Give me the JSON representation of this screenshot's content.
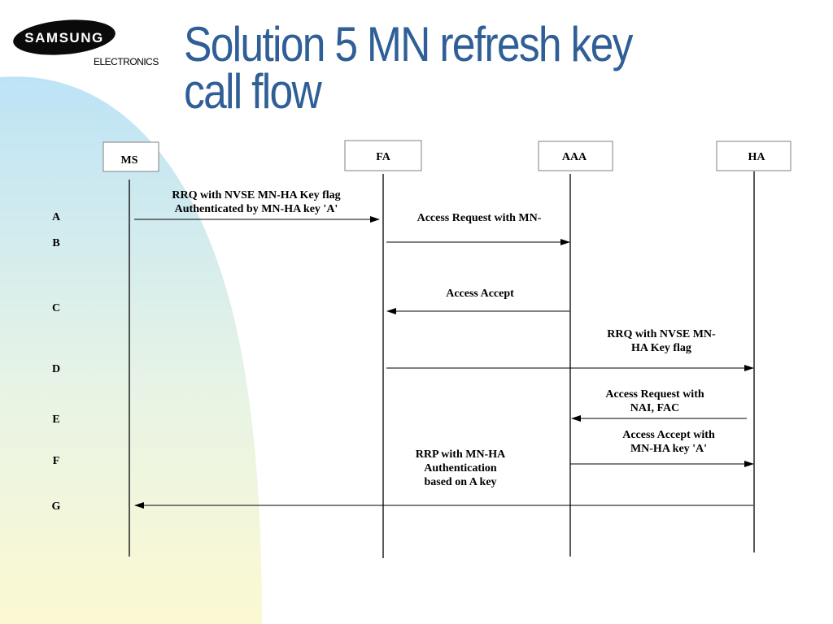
{
  "brand": {
    "name": "SAMSUNG",
    "division": "ELECTRONICS"
  },
  "slide": {
    "title_lines": [
      "Solution 5 MN refresh key",
      "call flow"
    ]
  },
  "colors": {
    "title": "#2f5f96",
    "decor_blue": "#bfe4f7",
    "decor_yellow": "#fbf9d4",
    "logo": "#0a0a0a"
  },
  "diagram": {
    "entities": [
      {
        "id": "ms",
        "label": "MS"
      },
      {
        "id": "fa",
        "label": "FA"
      },
      {
        "id": "aaa",
        "label": "AAA"
      },
      {
        "id": "ha",
        "label": "HA"
      }
    ],
    "steps": [
      "A",
      "B",
      "C",
      "D",
      "E",
      "F",
      "G"
    ],
    "messages": [
      {
        "id": "msg-a",
        "from": "ms",
        "to": "fa",
        "label_lines": [
          "RRQ with NVSE MN-HA Key  flag",
          "Authenticated by MN-HA key 'A'"
        ]
      },
      {
        "id": "msg-b",
        "from": "fa",
        "to": "aaa",
        "label_lines": [
          "Access Request with MN-"
        ]
      },
      {
        "id": "msg-c",
        "from": "aaa",
        "to": "fa",
        "label_lines": [
          "Access Accept"
        ]
      },
      {
        "id": "msg-d",
        "from": "fa",
        "to": "ha",
        "label_lines": [
          "RRQ with NVSE MN-",
          "HA Key flag"
        ]
      },
      {
        "id": "msg-e",
        "from": "ha",
        "to": "aaa",
        "label_lines": [
          "Access Request with",
          "NAI, FAC"
        ]
      },
      {
        "id": "msg-f",
        "from": "aaa",
        "to": "ha",
        "label_lines": [
          "Access Accept with",
          "MN-HA key 'A'"
        ]
      },
      {
        "id": "msg-g",
        "from": "ha",
        "to": "ms",
        "label_lines": [
          "RRP with  MN-HA",
          "Authentication",
          "based on A key"
        ]
      }
    ]
  }
}
